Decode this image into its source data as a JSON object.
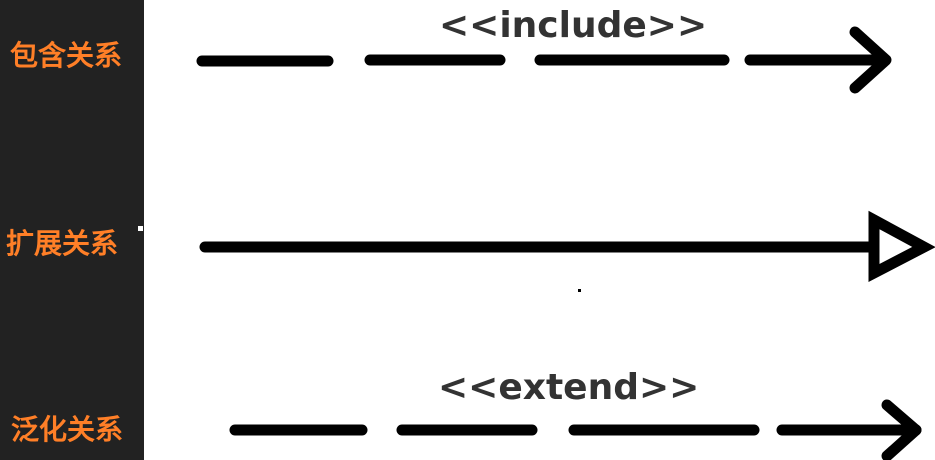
{
  "labels": {
    "include": "包含关系",
    "extend": "扩展关系",
    "generalization": "泛化关系"
  },
  "stereotypes": {
    "include": "<<include>>",
    "extend": "<<extend>>"
  },
  "colors": {
    "panel_background": "#222222",
    "label_text": "#ff7f27",
    "line": "#000000",
    "stereotype_text": "#333333"
  }
}
